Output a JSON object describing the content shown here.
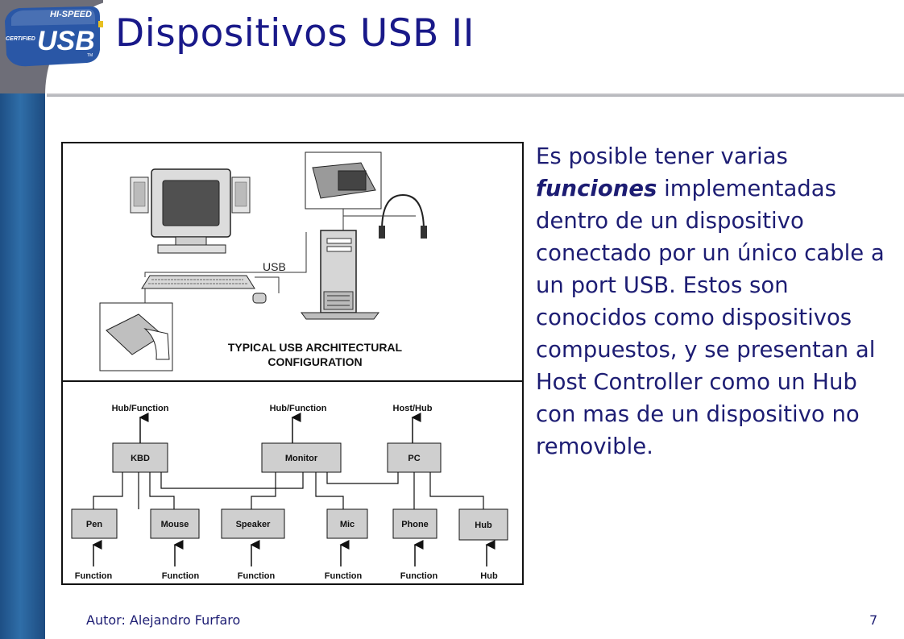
{
  "slide": {
    "title": "Dispositivos USB II",
    "body": {
      "p1": "Es posible tener varias",
      "emphasis": "funciones",
      "p2": " implementadas dentro de un dispositivo conectado por un único cable a un port USB. Estos son conocidos como dispositivos compuestos, y se presentan al Host Controller como un Hub con mas de un dispositivo no removible."
    },
    "footer": {
      "author": "Autor: Alejandro Furfaro",
      "page": "7"
    }
  },
  "logo": {
    "top": "HI-SPEED",
    "left": "CERTIFIED",
    "main": "USB",
    "tm": "TM"
  },
  "figure": {
    "top": {
      "usb_label": "USB",
      "caption_line1": "TYPICAL USB ARCHITECTURAL",
      "caption_line2": "CONFIGURATION"
    },
    "bottom": {
      "hub_labels": [
        "Hub/Function",
        "Hub/Function",
        "Host/Hub"
      ],
      "hubs": [
        "KBD",
        "Monitor",
        "PC"
      ],
      "devices": [
        "Pen",
        "Mouse",
        "Speaker",
        "Mic",
        "Phone",
        "Hub"
      ],
      "roles": [
        "Function",
        "Function",
        "Function",
        "Function",
        "Function",
        "Hub"
      ]
    }
  },
  "colors": {
    "title": "#191989",
    "body_text": "#1d1d73",
    "sidebar": "#2f6ea8"
  }
}
